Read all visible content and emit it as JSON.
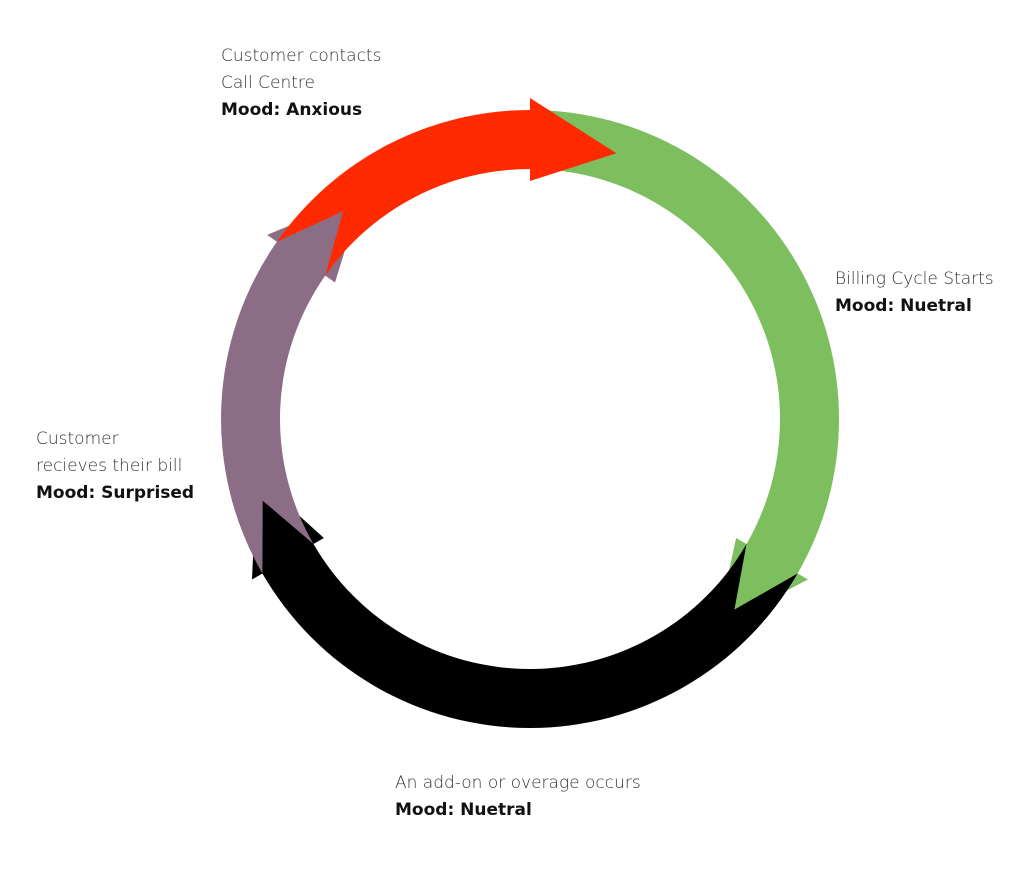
{
  "stages": [
    {
      "id": "billing-cycle-starts",
      "lines": [
        "Billing Cycle Starts"
      ],
      "mood": "Mood: Nuetral",
      "color": "#7dbe5e"
    },
    {
      "id": "add-on-occurs",
      "lines": [
        "An add-on or overage occurs"
      ],
      "mood": "Mood: Nuetral",
      "color": "#000000"
    },
    {
      "id": "customer-receives-bill",
      "lines": [
        "Customer",
        "recieves their bill"
      ],
      "mood": "Mood: Surprised",
      "color": "#8b6d86"
    },
    {
      "id": "customer-contacts-call-centre",
      "lines": [
        "Customer contacts",
        "Call Centre"
      ],
      "mood": "Mood: Anxious",
      "color": "#ff2a00"
    }
  ]
}
